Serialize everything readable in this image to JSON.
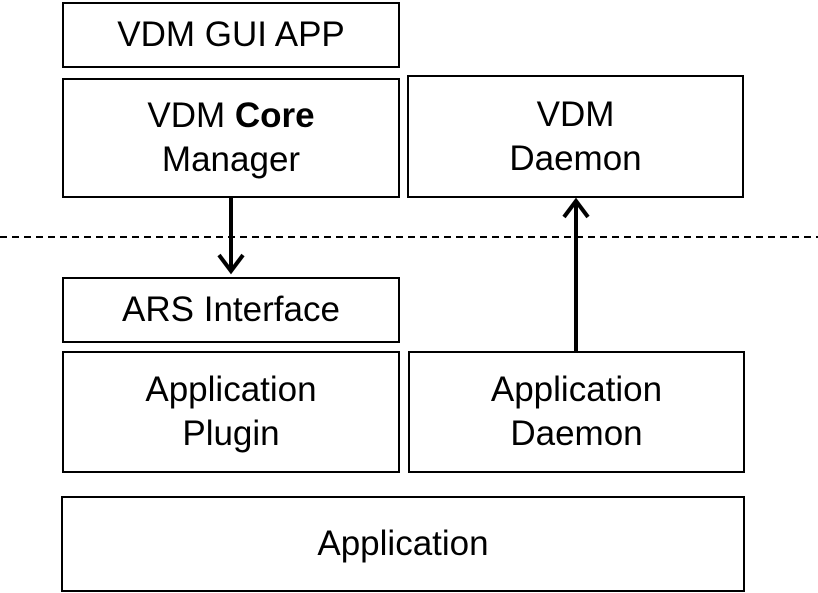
{
  "diagram": {
    "gui_app": {
      "label": "VDM GUI APP"
    },
    "core_manager": {
      "line1_prefix": "VDM ",
      "line1_bold": "Core",
      "line2": "Manager"
    },
    "vdm_daemon": {
      "line1": "VDM",
      "line2": "Daemon"
    },
    "ars_interface": {
      "label": "ARS Interface"
    },
    "app_plugin": {
      "line1": "Application",
      "line2": "Plugin"
    },
    "app_daemon": {
      "line1": "Application",
      "line2": "Daemon"
    },
    "application": {
      "label": "Application"
    }
  },
  "colors": {
    "stroke": "#000000",
    "background": "#ffffff"
  }
}
